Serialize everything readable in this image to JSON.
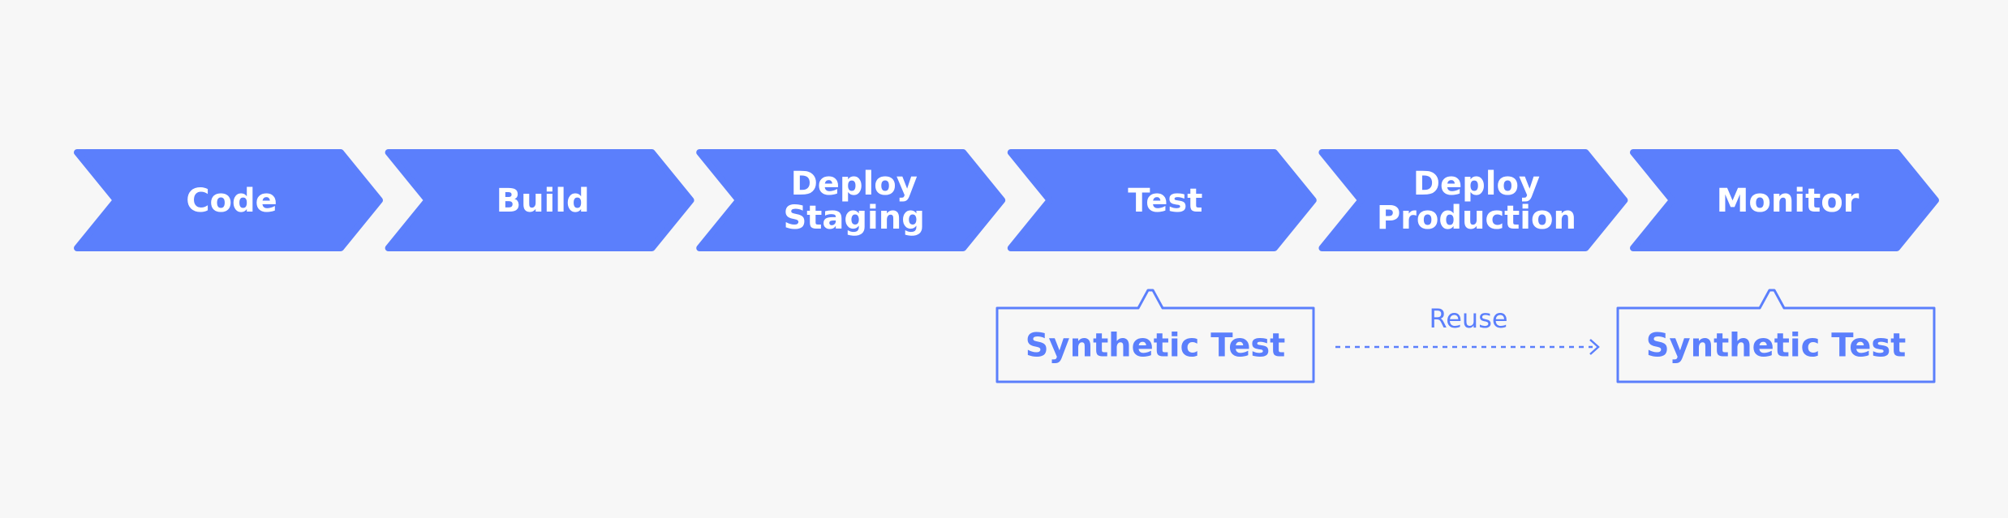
{
  "colors": {
    "background": "#f7f7f7",
    "accent": "#5b7ffc",
    "stage_text": "#ffffff"
  },
  "stages": [
    {
      "id": "code",
      "lines": [
        "Code"
      ]
    },
    {
      "id": "build",
      "lines": [
        "Build"
      ]
    },
    {
      "id": "deploy-staging",
      "lines": [
        "Deploy",
        "Staging"
      ]
    },
    {
      "id": "test",
      "lines": [
        "Test"
      ]
    },
    {
      "id": "deploy-production",
      "lines": [
        "Deploy",
        "Production"
      ]
    },
    {
      "id": "monitor",
      "lines": [
        "Monitor"
      ]
    }
  ],
  "callouts": [
    {
      "stage": "test",
      "label": "Synthetic Test"
    },
    {
      "stage": "monitor",
      "label": "Synthetic Test"
    }
  ],
  "reuse_arrow": {
    "label": "Reuse",
    "from": "test",
    "to": "monitor"
  }
}
